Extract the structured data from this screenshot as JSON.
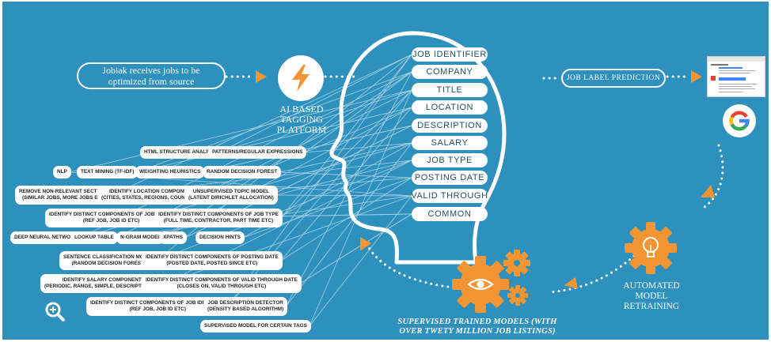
{
  "source_box": {
    "text_line1": "Jobiak receives jobs to be",
    "text_line2": "optimized from source"
  },
  "platform_label": {
    "line1": "AI BASED",
    "line2": "TAGGING",
    "line3": "PLATFORM"
  },
  "fields": [
    "JOB IDENTIFIER",
    "COMPANY",
    "TITLE",
    "LOCATION",
    "DESCRIPTION",
    "SALARY",
    "JOB TYPE",
    "POSTING DATE",
    "VALID THROUGH",
    "COMMON"
  ],
  "prediction_label": "JOB LABEL PREDICTION",
  "retraining_label": {
    "line1": "AUTOMATED",
    "line2": "MODEL",
    "line3": "RETRAINING"
  },
  "supervised_label": {
    "line1": "SUPERVISED TRAINED MODELS (WITH",
    "line2": "OVER TWETY MILLION JOB LISTINGS)"
  },
  "techniques": [
    {
      "l1": "HTML STRUCTURE ANALYSIS",
      "l2": ""
    },
    {
      "l1": "PATTERNS/REGULAR EXPRESSIONS",
      "l2": ""
    },
    {
      "l1": "NLP",
      "l2": ""
    },
    {
      "l1": "TEXT MINING (TF-IDF)",
      "l2": ""
    },
    {
      "l1": "WEIGHTING HEURISTICS",
      "l2": ""
    },
    {
      "l1": "RANDOM DECISION FOREST",
      "l2": ""
    },
    {
      "l1": "REMOVE NON-RELEVANT SECTIONS",
      "l2": "(SIMILAR JOBS, MORE JOBS ETC)"
    },
    {
      "l1": "IDENTIFY LOCATION COMPONENT",
      "l2": "(CITIES, STATES, REGIONS, COUNTRIES)"
    },
    {
      "l1": "UNSUPERVISED TOPIC MODEL",
      "l2": "(LATENT DIRICHLET ALLOCATION)"
    },
    {
      "l1": "IDENTIFY DISTINCT COMPONENTS OF JOB TITLES",
      "l2": "(REF JOB, JOB ID ETC)"
    },
    {
      "l1": "IDENTIFY DISTINCT COMPONENTS OF JOB TYPE",
      "l2": "(FULL TIME, CONTRACTOR, PART TIME ETC)"
    },
    {
      "l1": "DEEP NEURAL NETWORK",
      "l2": ""
    },
    {
      "l1": "LOOKUP TABLE",
      "l2": ""
    },
    {
      "l1": "N-GRAM MODEL",
      "l2": ""
    },
    {
      "l1": "XPATHS",
      "l2": ""
    },
    {
      "l1": "DECISION HINTS",
      "l2": ""
    },
    {
      "l1": "SENTENCE CLASSIFICATION MODEL",
      "l2": "(RANDOM DECISION FOREST)"
    },
    {
      "l1": "IDENTIFY DISTINCT COMPONENTS OF POSTING DATE",
      "l2": "(POSTED DATE, POSTED SINCE ETC)"
    },
    {
      "l1": "IDENTIFY SALARY COMPONENTS",
      "l2": "(PERIODIC, RANGE, SIMPLE, DESCRIPTIVE ETC)"
    },
    {
      "l1": "IDENTIFY DISTINCT COMPONENTS OF VALID THROUGH DATE",
      "l2": "(CLOSES ON, VALID THROUGH ETC)"
    },
    {
      "l1": "IDENTIFY DISTINCT COMPONENTS OF JOB IDENTIFIER",
      "l2": "(REF JOB, JOB ID ETC)"
    },
    {
      "l1": "JOB DESCRIPTION DETECTOR",
      "l2": "(DENSITY BASED ALGORITHM)"
    },
    {
      "l1": "SUPERVISED MODEL FOR CERTAIN TAGS",
      "l2": ""
    }
  ],
  "colors": {
    "background": "#2e90bd",
    "accent": "#f39532",
    "text_dark": "#1f4f66",
    "google_blue": "#4285f4",
    "google_red": "#ea4335",
    "google_yellow": "#fbbc05",
    "google_green": "#34a853"
  },
  "icons": [
    "lightning-icon",
    "zoom-in-icon",
    "google-logo",
    "gear-eye-icon",
    "gear-lightbulb-icon",
    "arrow-icon"
  ]
}
